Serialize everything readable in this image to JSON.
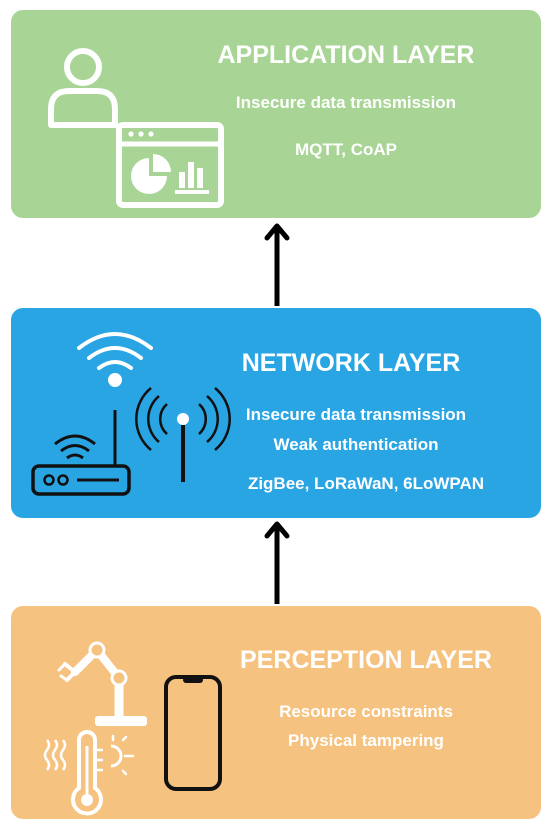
{
  "application": {
    "title": "APPLICATION LAYER",
    "line1": "Insecure data transmission",
    "line2": "MQTT, CoAP",
    "color": "#a8d595"
  },
  "network": {
    "title": "NETWORK LAYER",
    "line1": "Insecure data transmission",
    "line2": "Weak authentication",
    "line3": "ZigBee, LoRaWaN, 6LoWPAN",
    "color": "#2aa5e4"
  },
  "perception": {
    "title": "PERCEPTION LAYER",
    "line1": "Resource constraints",
    "line2": "Physical tampering",
    "color": "#f6c27f"
  },
  "icons": {
    "application": [
      "user-icon",
      "dashboard-icon"
    ],
    "network": [
      "wifi-icon",
      "antenna-icon",
      "router-icon"
    ],
    "perception": [
      "robot-arm-icon",
      "smartphone-icon",
      "thermometer-icon"
    ]
  }
}
